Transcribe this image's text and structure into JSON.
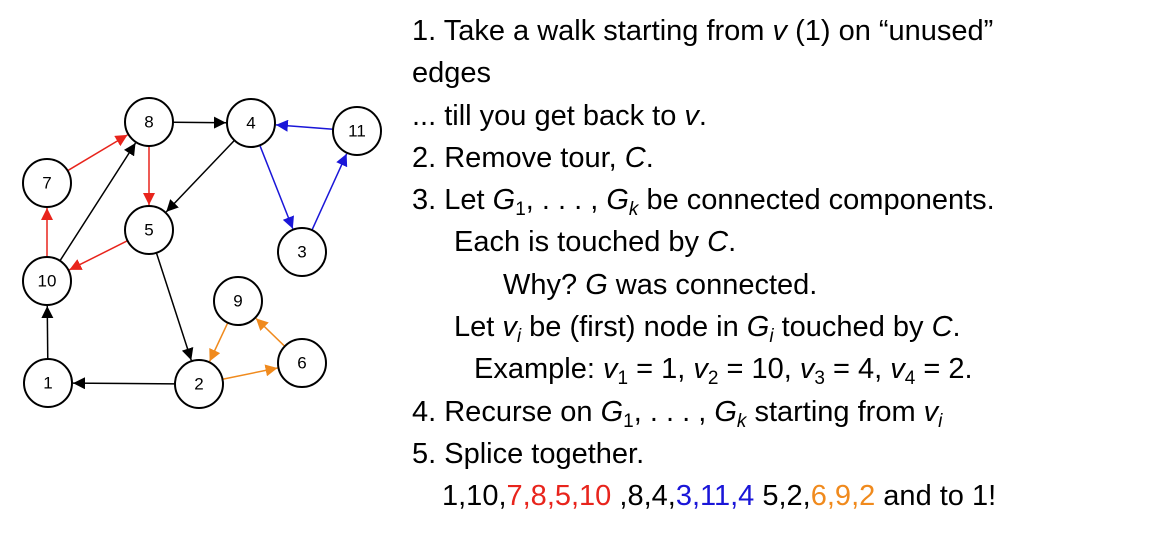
{
  "colors": {
    "black": "#000000",
    "red": "#e8241c",
    "blue": "#1a16d8",
    "orange": "#f08a1d"
  },
  "graph": {
    "nodes": [
      {
        "id": "1",
        "label": "1"
      },
      {
        "id": "2",
        "label": "2"
      },
      {
        "id": "3",
        "label": "3"
      },
      {
        "id": "4",
        "label": "4"
      },
      {
        "id": "5",
        "label": "5"
      },
      {
        "id": "6",
        "label": "6"
      },
      {
        "id": "7",
        "label": "7"
      },
      {
        "id": "8",
        "label": "8"
      },
      {
        "id": "9",
        "label": "9"
      },
      {
        "id": "10",
        "label": "10"
      },
      {
        "id": "11",
        "label": "11"
      }
    ],
    "edges": [
      {
        "from": "1",
        "to": "10",
        "color": "black"
      },
      {
        "from": "10",
        "to": "7",
        "color": "red"
      },
      {
        "from": "7",
        "to": "8",
        "color": "red"
      },
      {
        "from": "8",
        "to": "5",
        "color": "red"
      },
      {
        "from": "5",
        "to": "10",
        "color": "red"
      },
      {
        "from": "10",
        "to": "8",
        "color": "black"
      },
      {
        "from": "8",
        "to": "4",
        "color": "black"
      },
      {
        "from": "4",
        "to": "3",
        "color": "blue"
      },
      {
        "from": "3",
        "to": "11",
        "color": "blue"
      },
      {
        "from": "11",
        "to": "4",
        "color": "blue"
      },
      {
        "from": "4",
        "to": "5",
        "color": "black"
      },
      {
        "from": "5",
        "to": "2",
        "color": "black"
      },
      {
        "from": "2",
        "to": "6",
        "color": "orange"
      },
      {
        "from": "6",
        "to": "9",
        "color": "orange"
      },
      {
        "from": "9",
        "to": "2",
        "color": "orange"
      },
      {
        "from": "2",
        "to": "1",
        "color": "black"
      }
    ]
  },
  "text": {
    "s1": "1. Take a walk starting from ",
    "v": "v",
    "s1b": " (1) on “unused”",
    "s1c": "edges",
    "s2a": "... till you get back to ",
    "s2b": ".",
    "s3a": "2. Remove tour, ",
    "C": "C",
    "s3b": ".",
    "s4a": "3. Let ",
    "G": "G",
    "one": "1",
    "k": "k",
    "i": "i",
    "dots": ", . . . , ",
    "s4b": " be connected components.",
    "s5a": "Each is touched by ",
    "s5b": ".",
    "s6a": "Why? ",
    "s6b": " was connected.",
    "s7a": "Let ",
    "s7b": " be (first) node in ",
    "s7c": " touched by ",
    "s7d": ".",
    "s8a": "Example: ",
    "s8b": " = 1, ",
    "two": "2",
    "s8c": " = 10, ",
    "three": "3",
    "s8d": " = 4, ",
    "four": "4",
    "s8e": " = 2.",
    "s9a": "4. Recurse on ",
    "s9b": " starting from ",
    "s10": "5. Splice together.",
    "seq_a": "1,10,",
    "seq_red": "7,8,5,10",
    "seq_b": " ,8,4,",
    "seq_blue": "3,11,4",
    "seq_c": " 5,2,",
    "seq_orange": "6,9,2",
    "seq_d": " and to 1!"
  }
}
